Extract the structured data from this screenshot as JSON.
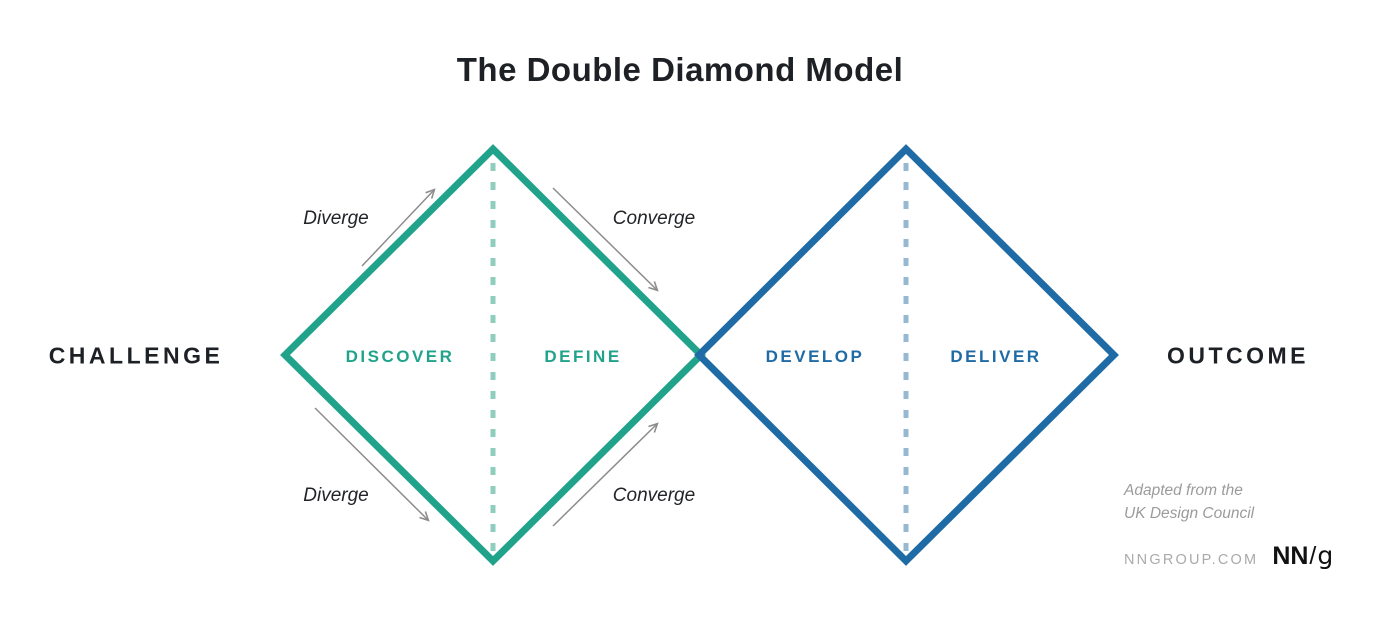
{
  "title": "The Double Diamond Model",
  "endpoints": {
    "left": "CHALLENGE",
    "right": "OUTCOME"
  },
  "diamonds": {
    "discover_define": {
      "stage1": "DISCOVER",
      "stage2": "DEFINE"
    },
    "develop_deliver": {
      "stage1": "DEVELOP",
      "stage2": "DELIVER"
    }
  },
  "flow_annotations": {
    "top_left": "Diverge",
    "top_right": "Converge",
    "bottom_left": "Diverge",
    "bottom_right": "Converge"
  },
  "attribution": {
    "line1": "Adapted from the",
    "line2": "UK Design Council"
  },
  "footer": {
    "site": "NNGROUP.COM",
    "logo_nn": "NN",
    "logo_slash": "/",
    "logo_g": "g"
  },
  "colors": {
    "teal": "#21a38b",
    "blue": "#1f6ba6",
    "teal_dotted": "#8fcebe",
    "blue_dotted": "#96b9d1",
    "arrow_gray": "#8c8c8c",
    "text_dark": "#1d2025",
    "attribution_gray": "#9b9b9b"
  }
}
